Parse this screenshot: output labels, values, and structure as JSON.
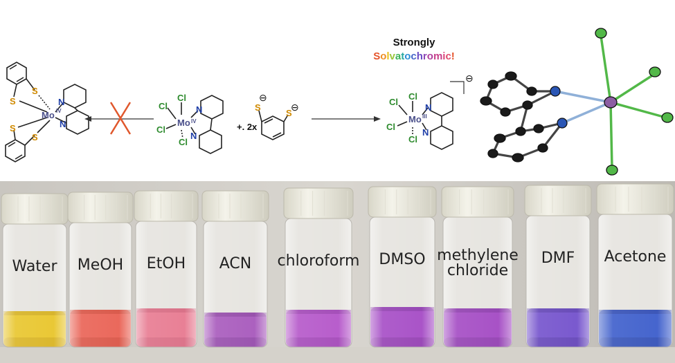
{
  "header": {
    "title": "Strongly",
    "subtitle": "Solvatochromic!",
    "subtitle_colors": [
      "#e5532a",
      "#ef8f24",
      "#e9c11a",
      "#9cc63b",
      "#3fb45a",
      "#26a7a0",
      "#2c8fd6",
      "#4566c9",
      "#6a4bc4",
      "#8e47b5",
      "#b0409d",
      "#c8408a",
      "#d9437a",
      "#e04a6e",
      "#e5532a"
    ]
  },
  "reagent": {
    "multiplier": "+. 2x",
    "charge_symbol": "⊖"
  },
  "reactant": {
    "metal": "Mo",
    "oxidation": "IV",
    "ligand_atoms": [
      "Cl",
      "Cl",
      "Cl",
      "Cl",
      "N",
      "N"
    ]
  },
  "blocked_product": {
    "metal": "Mo",
    "oxidation": "IV",
    "sulfur_atoms": [
      "S",
      "S",
      "S",
      "S"
    ],
    "nitrogen_atoms": [
      "N",
      "N"
    ]
  },
  "product": {
    "metal": "Mo",
    "oxidation": "III",
    "chlorine_atoms": [
      "Cl",
      "Cl",
      "Cl",
      "Cl"
    ],
    "nitrogen_atoms": [
      "N",
      "N"
    ],
    "charge_symbol": "⊖"
  },
  "vials": [
    {
      "label": "Water",
      "liquid": "#e7c21f",
      "liquid_dark": "#c79e10"
    },
    {
      "label": "MeOH",
      "liquid": "#e8584a",
      "liquid_dark": "#c8402f"
    },
    {
      "label": "EtOH",
      "liquid": "#e6728a",
      "liquid_dark": "#c95872"
    },
    {
      "label": "ACN",
      "liquid": "#a24fb8",
      "liquid_dark": "#7e3595"
    },
    {
      "label": "chloroform",
      "liquid": "#b04cc6",
      "liquid_dark": "#8d32a3"
    },
    {
      "label": "DMSO",
      "liquid": "#a041c2",
      "liquid_dark": "#7d2c9c"
    },
    {
      "label": "methylene chloride",
      "liquid": "#9e3fc0",
      "liquid_dark": "#7c2b9b"
    },
    {
      "label": "DMF",
      "liquid": "#6b47c9",
      "liquid_dark": "#4d30a2"
    },
    {
      "label": "Acetone",
      "liquid": "#3154c8",
      "liquid_dark": "#213ba0"
    }
  ]
}
